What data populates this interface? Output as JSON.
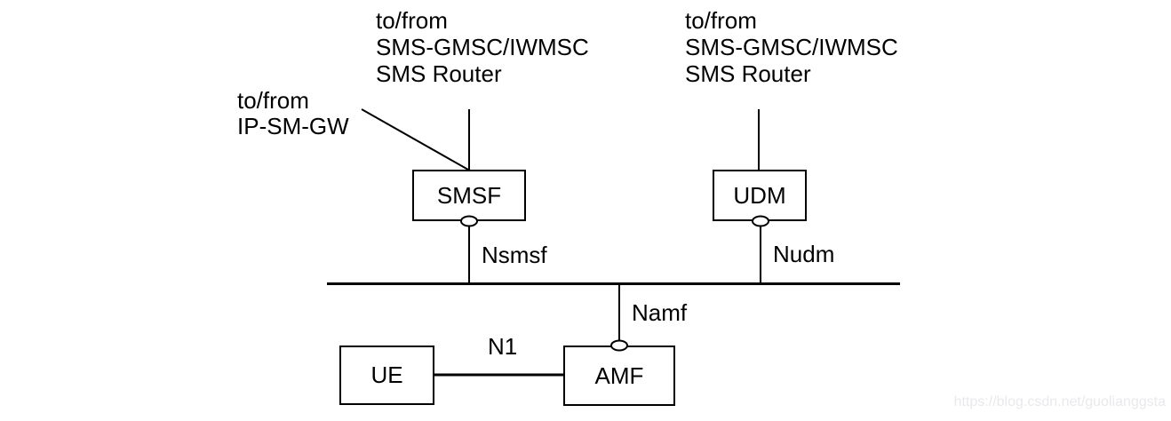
{
  "colors": {
    "background": "#ffffff",
    "line": "#000000",
    "text": "#000000",
    "watermark": "#e9e9ec"
  },
  "annotations": {
    "smsf_external": {
      "lines": [
        "to/from",
        "SMS-GMSC/IWMSC",
        "SMS Router"
      ]
    },
    "udm_external": {
      "lines": [
        "to/from",
        "SMS-GMSC/IWMSC",
        "SMS Router"
      ]
    },
    "ip_sm_gw": {
      "lines": [
        "to/from",
        "IP-SM-GW"
      ]
    }
  },
  "nodes": {
    "smsf": {
      "label": "SMSF"
    },
    "udm": {
      "label": "UDM"
    },
    "ue": {
      "label": "UE"
    },
    "amf": {
      "label": "AMF"
    }
  },
  "interfaces": {
    "nsmsf": "Nsmsf",
    "nudm": "Nudm",
    "namf": "Namf",
    "n1": "N1"
  },
  "watermark": "https://blog.csdn.net/guolianggsta"
}
